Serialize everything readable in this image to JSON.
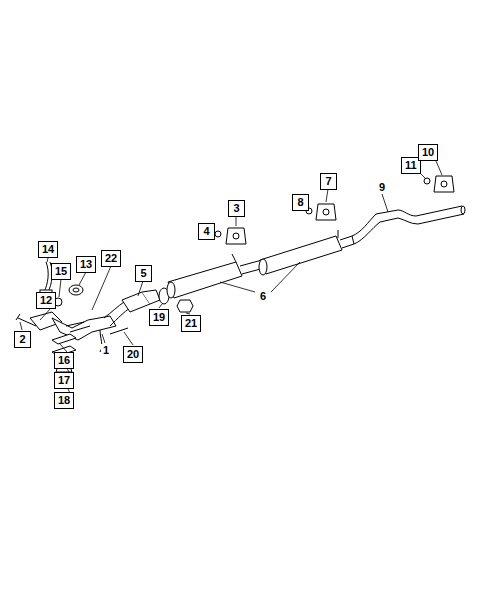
{
  "diagram": {
    "labels": [
      "14",
      "22",
      "15",
      "13",
      "12",
      "2",
      "16",
      "17",
      "18",
      "1",
      "20",
      "5",
      "19",
      "21",
      "4",
      "3",
      "6",
      "8",
      "7",
      "9",
      "11",
      "10"
    ]
  }
}
